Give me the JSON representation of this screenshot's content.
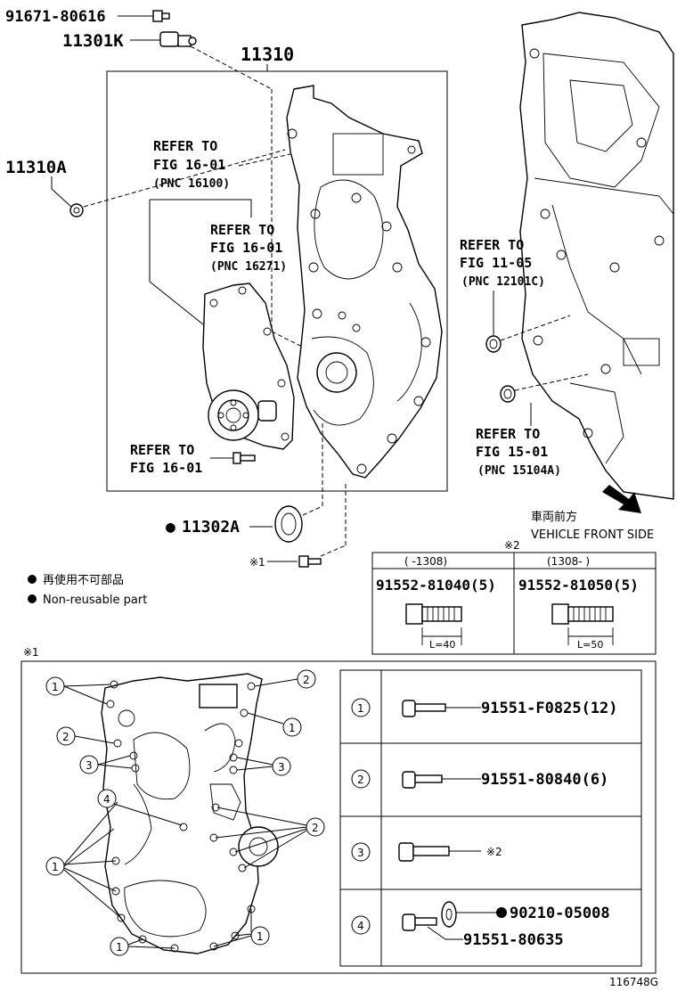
{
  "top": {
    "pn_bolt_top": "91671-80616",
    "pn_sensor": "11301K",
    "pn_cover": "11310",
    "pn_seal_left": "11310A",
    "pn_oil_seal": "11302A",
    "pn_oil_seal_marker": "●"
  },
  "refs": {
    "ref1": [
      "REFER TO",
      "FIG 16-01",
      "(PNC 16100)"
    ],
    "ref2": [
      "REFER TO",
      "FIG 16-01",
      "(PNC 16271)"
    ],
    "ref3": [
      "REFER TO",
      "FIG 16-01"
    ],
    "ref4": [
      "REFER TO",
      "FIG 11-05",
      "(PNC 12101C)"
    ],
    "ref5": [
      "REFER TO",
      "FIG 15-01",
      "(PNC 15104A)"
    ]
  },
  "direction": {
    "jp": "車両前方",
    "en": "VEHICLE FRONT SIDE"
  },
  "legend": {
    "jp": "再使用不可部品",
    "en": "Non-reusable part",
    "bullet": "●"
  },
  "note_marks": {
    "mark1": "※1",
    "mark2": "※2",
    "bolt_mark": "※1"
  },
  "bolt_table": {
    "col1_header": "(     -1308)",
    "col2_header": "(1308-     )",
    "col1_pn": "91552-81040(5)",
    "col2_pn": "91552-81050(5)",
    "col1_len": "L=40",
    "col2_len": "L=50"
  },
  "detail_table": {
    "rows": [
      {
        "num": "1",
        "pn": "91551-F0825(12)"
      },
      {
        "num": "2",
        "pn": "91551-80840(6)"
      },
      {
        "num": "3",
        "pn": "※2"
      },
      {
        "num": "4",
        "pn": "90210-05008",
        "pn2": "91551-80635",
        "marker": "●"
      }
    ]
  },
  "callouts": {
    "c1": "1",
    "c2": "2",
    "c3": "3",
    "c4": "4"
  },
  "footer": {
    "figure_id": "116748G"
  }
}
